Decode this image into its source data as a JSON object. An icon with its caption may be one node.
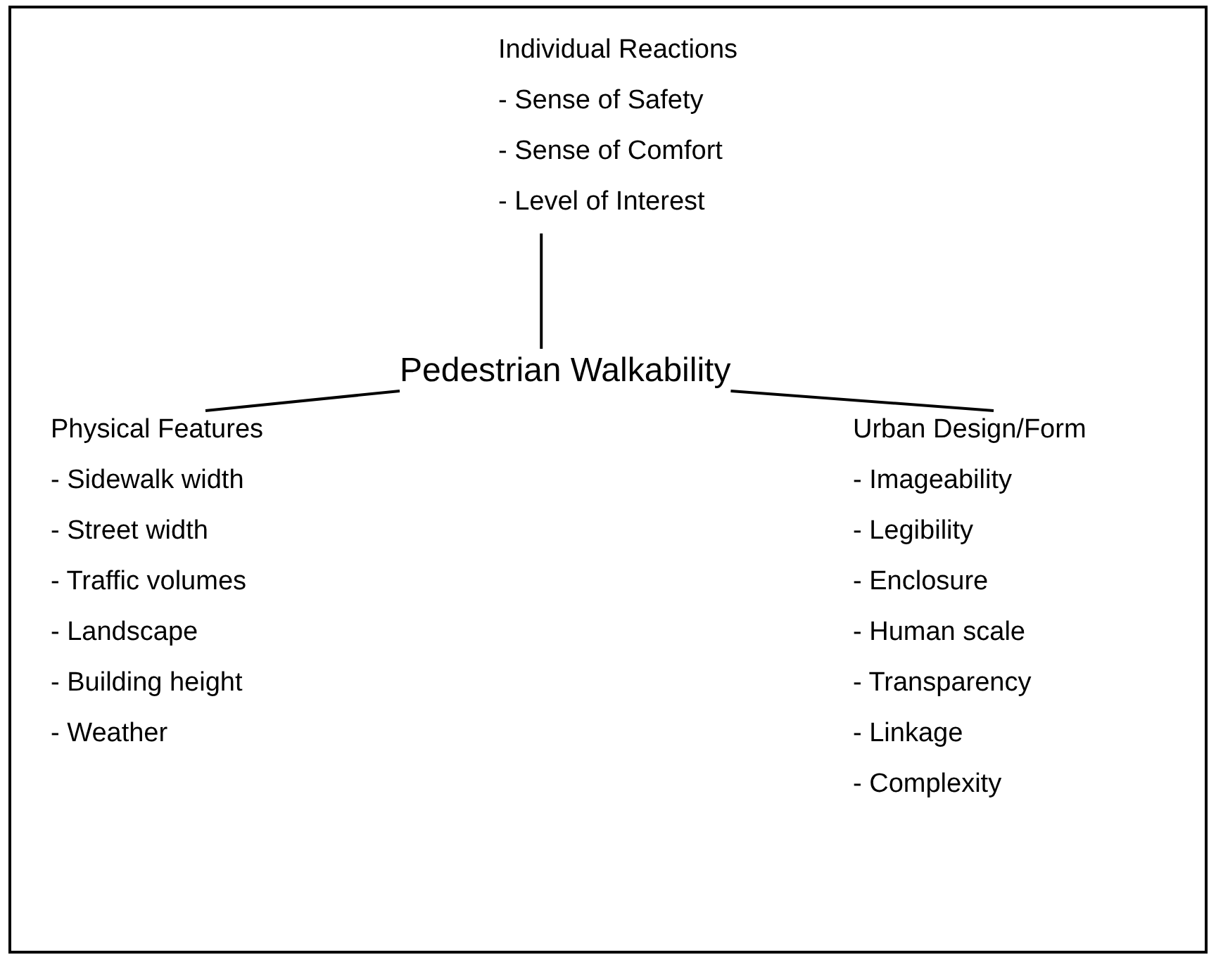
{
  "diagram": {
    "nodes": [
      {
        "text": [
          "Individual Reactions",
          "- Sense of Safety",
          "- Sense of Comfort",
          "- Level of Interest"
        ]
      },
      {
        "text": [
          "Pedestrian Walkability"
        ]
      },
      {
        "text": [
          "Physical Features",
          "- Sidewalk width",
          "- Street width",
          "- Traffic volumes",
          "- Landscape",
          "- Building height",
          "- Weather"
        ]
      },
      {
        "text": [
          "Urban Design/Form",
          "- Imageability",
          "- Legibility",
          "- Enclosure",
          "- Human scale",
          "- Transparency",
          "- Linkage",
          "- Complexity"
        ]
      }
    ],
    "edges": [
      {
        "from": 0,
        "to": 1,
        "arrow": "none"
      },
      {
        "from": 1,
        "to": 2,
        "arrow": "none"
      },
      {
        "from": 1,
        "to": 3,
        "arrow": "none"
      }
    ]
  }
}
